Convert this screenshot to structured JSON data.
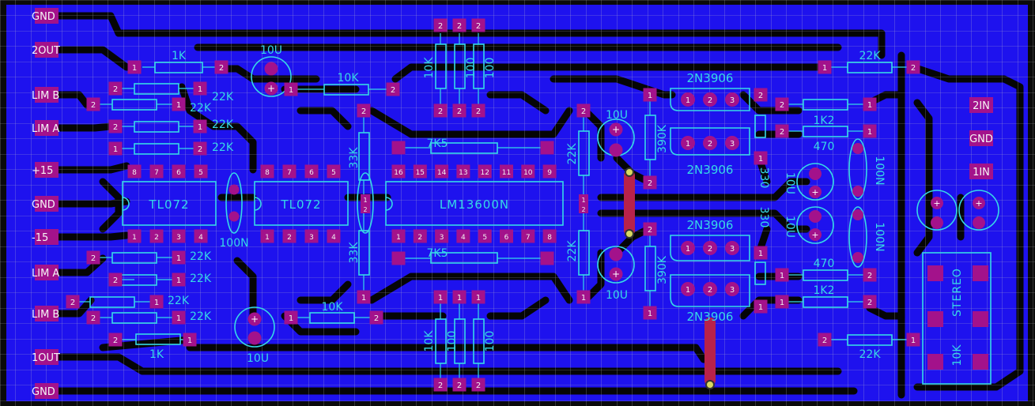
{
  "board": {
    "edge_labels_left": [
      "GND",
      "2OUT",
      "LIM B",
      "LIM A",
      "+15",
      "GND",
      "-15",
      "LIM A",
      "LIM B",
      "1OUT",
      "GND"
    ],
    "edge_labels_right": [
      "2IN",
      "GND",
      "1IN"
    ],
    "stereo_pot": {
      "label": "STEREO",
      "value": "10K"
    }
  },
  "ics": {
    "left_tl072": {
      "name": "TL072",
      "top_pins": [
        "8",
        "7",
        "6",
        "5"
      ],
      "bottom_pins": [
        "1",
        "2",
        "3",
        "4"
      ]
    },
    "mid_tl072": {
      "name": "TL072",
      "top_pins": [
        "8",
        "7",
        "6",
        "5"
      ],
      "bottom_pins": [
        "1",
        "2",
        "3",
        "4"
      ]
    },
    "lm13600": {
      "name": "LM13600N",
      "top_pins": [
        "16",
        "15",
        "14",
        "13",
        "12",
        "11",
        "10",
        "9"
      ],
      "bottom_pins": [
        "1",
        "2",
        "3",
        "4",
        "5",
        "6",
        "7",
        "8"
      ]
    }
  },
  "transistors": {
    "type": "2N3906",
    "pins": [
      "1",
      "2",
      "3"
    ]
  },
  "components": {
    "r_1k": "1K",
    "r_22k": "22K",
    "r_10k": "10K",
    "r_33k": "33K",
    "r_7k5": "7K5",
    "r_100": "100",
    "r_390k": "390K",
    "r_330": "330",
    "r_1k2": "1K2",
    "r_470": "470",
    "c_10u": "10U",
    "c_100n": "100N"
  },
  "pads": {
    "p1": "1",
    "p2": "2"
  },
  "colors": {
    "background": "#0a0a0a",
    "copper": "#1e12ee",
    "pad": "#a3128b",
    "silk": "#36d9e6",
    "grid": "#c8c8c8",
    "bridge": "#b8224a"
  }
}
